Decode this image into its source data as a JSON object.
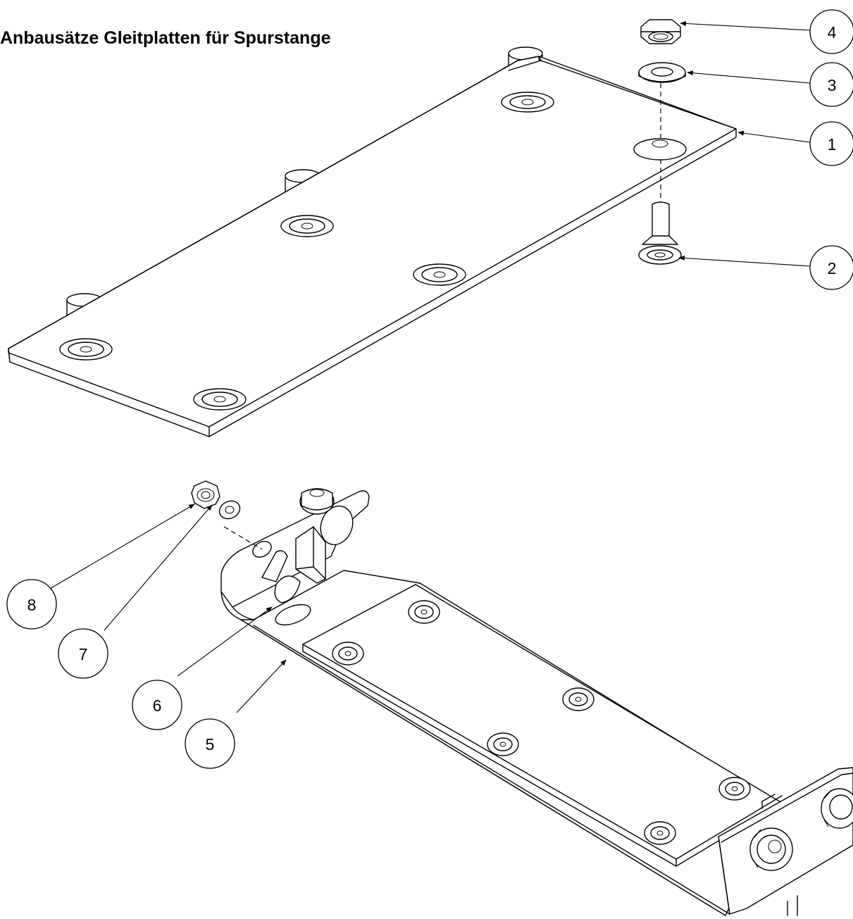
{
  "title": "Anbausätze Gleitplatten für Spurstange",
  "callouts": [
    {
      "id": "callout-1",
      "label": "1"
    },
    {
      "id": "callout-2",
      "label": "2"
    },
    {
      "id": "callout-3",
      "label": "3"
    },
    {
      "id": "callout-4",
      "label": "4"
    },
    {
      "id": "callout-5",
      "label": "5"
    },
    {
      "id": "callout-6",
      "label": "6"
    },
    {
      "id": "callout-7",
      "label": "7"
    },
    {
      "id": "callout-8",
      "label": "8"
    }
  ]
}
